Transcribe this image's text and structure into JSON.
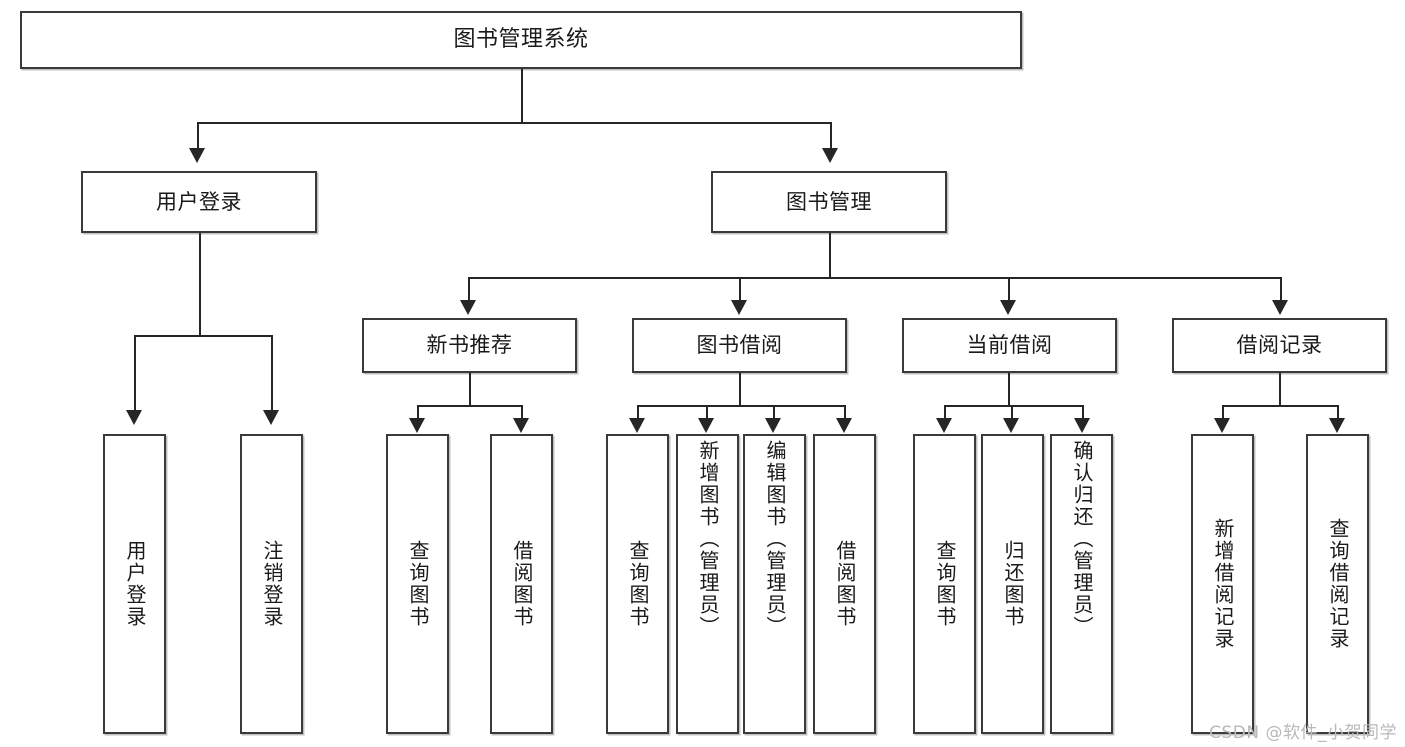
{
  "diagram": {
    "type": "tree",
    "title": "图书管理系统",
    "root": {
      "label": "图书管理系统"
    },
    "level2": [
      {
        "label": "用户登录"
      },
      {
        "label": "图书管理"
      }
    ],
    "level3": [
      {
        "label": "新书推荐"
      },
      {
        "label": "图书借阅"
      },
      {
        "label": "当前借阅"
      },
      {
        "label": "借阅记录"
      }
    ],
    "leaves": {
      "user_login": [
        {
          "label": "用户登录"
        },
        {
          "label": "注销登录"
        }
      ],
      "new_book_recommend": [
        {
          "label": "查询图书"
        },
        {
          "label": "借阅图书"
        }
      ],
      "book_borrow": [
        {
          "label": "查询图书"
        },
        {
          "label": "新增图书（管理员）"
        },
        {
          "label": "编辑图书（管理员）"
        },
        {
          "label": "借阅图书"
        }
      ],
      "current_borrow": [
        {
          "label": "查询图书"
        },
        {
          "label": "归还图书"
        },
        {
          "label": "确认归还（管理员）"
        }
      ],
      "borrow_record": [
        {
          "label": "新增借阅记录"
        },
        {
          "label": "查询借阅记录"
        }
      ]
    }
  },
  "watermark": {
    "text": "CSDN @软件_小贺同学"
  },
  "colors": {
    "box_border": "#3a3a3a",
    "connector": "#262626",
    "background": "#ffffff",
    "watermark": "#b9b9b9"
  }
}
